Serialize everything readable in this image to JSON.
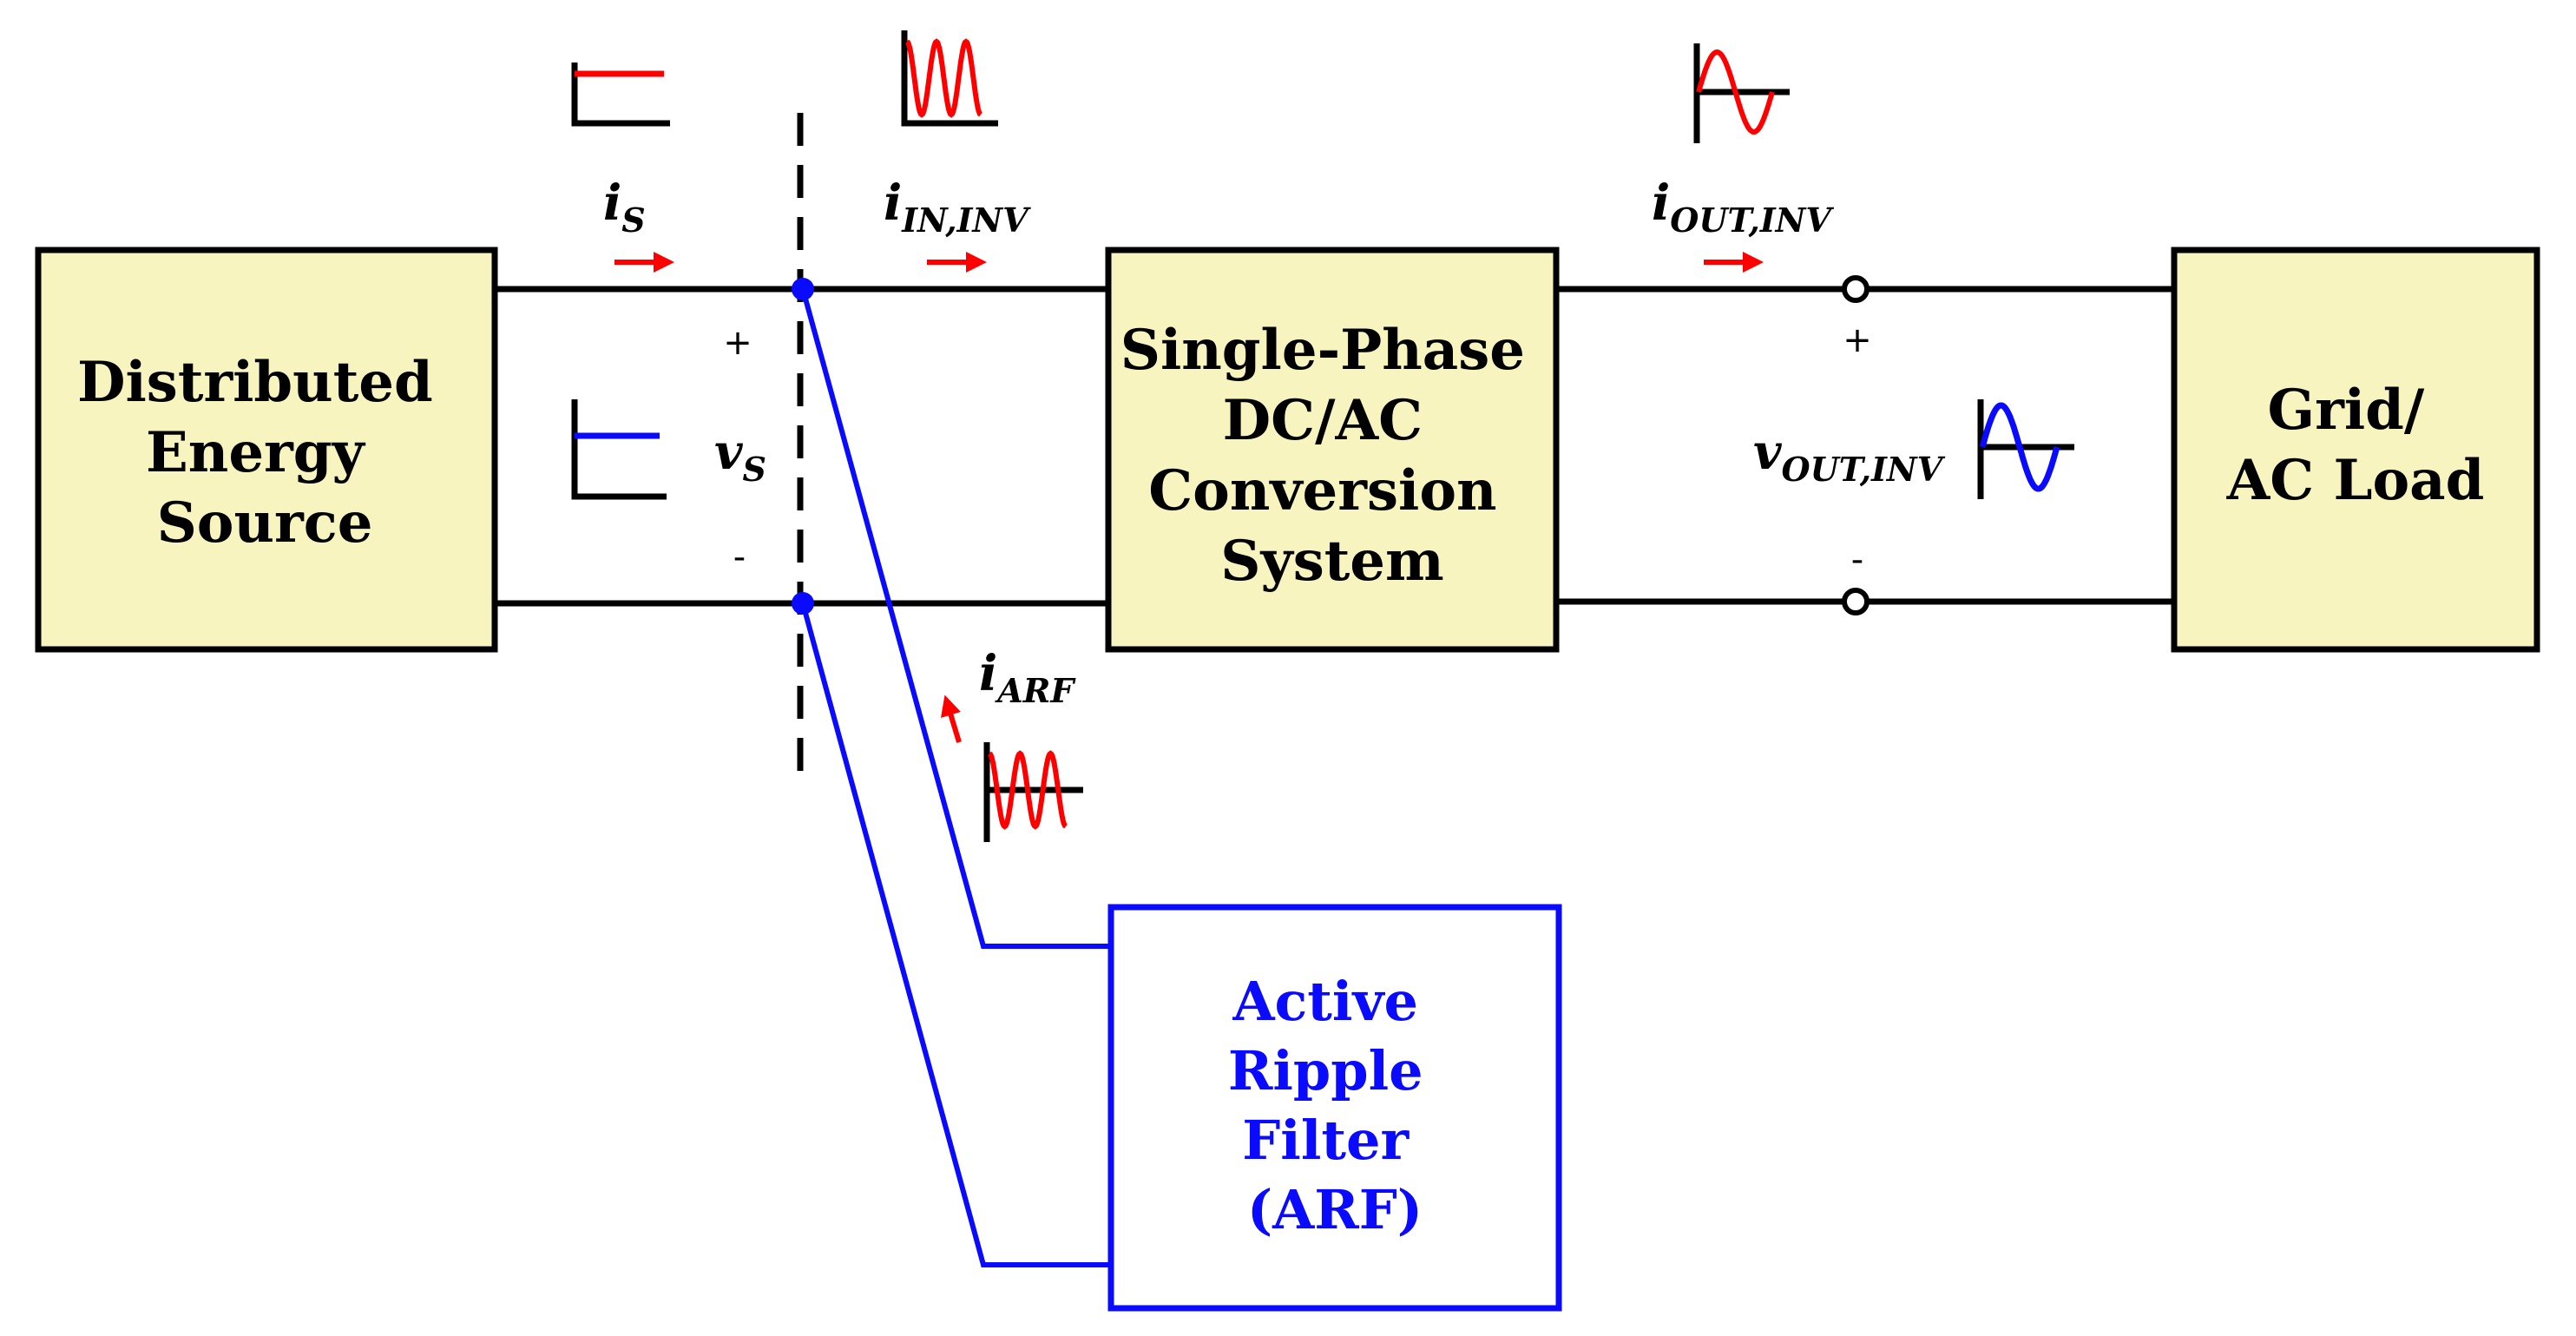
{
  "blocks": {
    "source": {
      "lines": [
        "Distributed",
        "Energy",
        "Source"
      ]
    },
    "inverter": {
      "lines": [
        "Single-Phase",
        "DC/AC",
        "Conversion",
        "System"
      ]
    },
    "grid": {
      "lines": [
        "Grid/",
        "AC Load"
      ]
    },
    "arf": {
      "lines": [
        "Active",
        "Ripple",
        "Filter",
        "(ARF)"
      ]
    }
  },
  "labels": {
    "i_s": {
      "symbol": "i",
      "subscript": "S"
    },
    "v_s": {
      "symbol": "v",
      "subscript": "S"
    },
    "i_in_inv": {
      "symbol": "i",
      "subscript": "IN,INV"
    },
    "i_out_inv": {
      "symbol": "i",
      "subscript": "OUT,INV"
    },
    "v_out_inv": {
      "symbol": "v",
      "subscript": "OUT,INV"
    },
    "i_arf": {
      "symbol": "i",
      "subscript": "ARF"
    }
  },
  "polarity": {
    "vs_plus": "+",
    "vs_minus": "-",
    "vout_plus": "+",
    "vout_minus": "-"
  },
  "colors": {
    "block_fill": "#f7f4c0",
    "current_color": "#ff0000",
    "voltage_color": "#0a0aff",
    "arf_color": "#0a0aff"
  }
}
